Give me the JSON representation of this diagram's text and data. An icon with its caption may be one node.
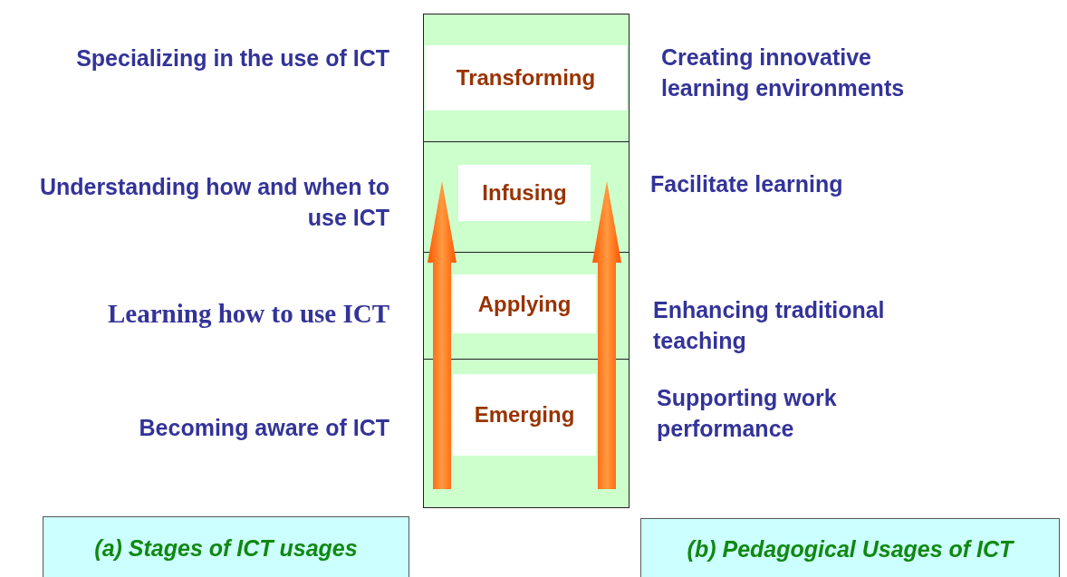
{
  "diagram": {
    "nodes": [
      {
        "text": [
          "Transforming"
        ]
      },
      {
        "text": [
          "Infusing"
        ]
      },
      {
        "text": [
          "Applying"
        ]
      },
      {
        "text": [
          "Emerging"
        ]
      },
      {
        "text": [
          "(a) Stages of ICT usages"
        ]
      },
      {
        "text": [
          "(b) Pedagogical Usages of ICT"
        ]
      }
    ],
    "labels": [
      "Specializing in the use of ICT",
      "Creating innovative learning environments",
      "Understanding how and when to use ICT",
      "Facilitate learning",
      "Learning how to use ICT",
      "Enhancing traditional teaching",
      "Becoming aware of ICT",
      "Supporting work performance"
    ]
  }
}
